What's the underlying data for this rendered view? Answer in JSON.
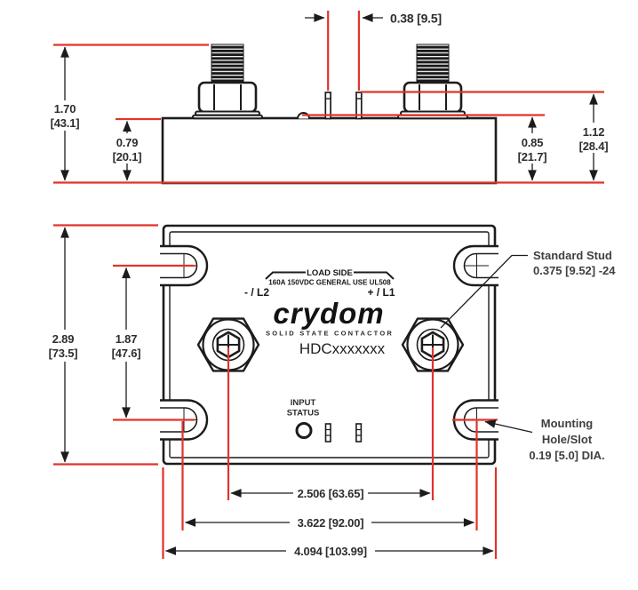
{
  "drawing": {
    "brand": "crydom",
    "brand_subtitle": "SOLID STATE CONTACTOR",
    "model": "HDCxxxxxxx",
    "load_side": "LOAD SIDE",
    "rating": "160A 150VDC GENERAL USE UL508",
    "terminal_negative": "- / L2",
    "terminal_positive": "+ / L1",
    "input_status_line1": "INPUT",
    "input_status_line2": "STATUS",
    "callouts": {
      "stud_line1": "Standard Stud",
      "stud_line2": "0.375 [9.52] -24",
      "mount_line1": "Mounting",
      "mount_line2": "Hole/Slot",
      "mount_line3": "0.19 [5.0] DIA."
    },
    "dimensions": {
      "pin_spacing": "0.38 [9.5]",
      "overall_height_in": "1.70",
      "overall_height_mm": "[43.1]",
      "body_height_in": "0.79",
      "body_height_mm": "[20.1]",
      "boss_height_in": "0.85",
      "boss_height_mm": "[21.7]",
      "pin_height_in": "1.12",
      "pin_height_mm": "[28.4]",
      "body_depth_in": "2.89",
      "body_depth_mm": "[73.5]",
      "slot_vertical_spacing_in": "1.87",
      "slot_vertical_spacing_mm": "[47.6]",
      "stud_spacing": "2.506 [63.65]",
      "slot_horizontal_spacing": "3.622 [92.00]",
      "overall_width": "4.094 [103.99]"
    },
    "colors": {
      "dimension_red": "#e0342b",
      "line_black": "#1c1c1c",
      "text_gray": "#404040"
    }
  }
}
